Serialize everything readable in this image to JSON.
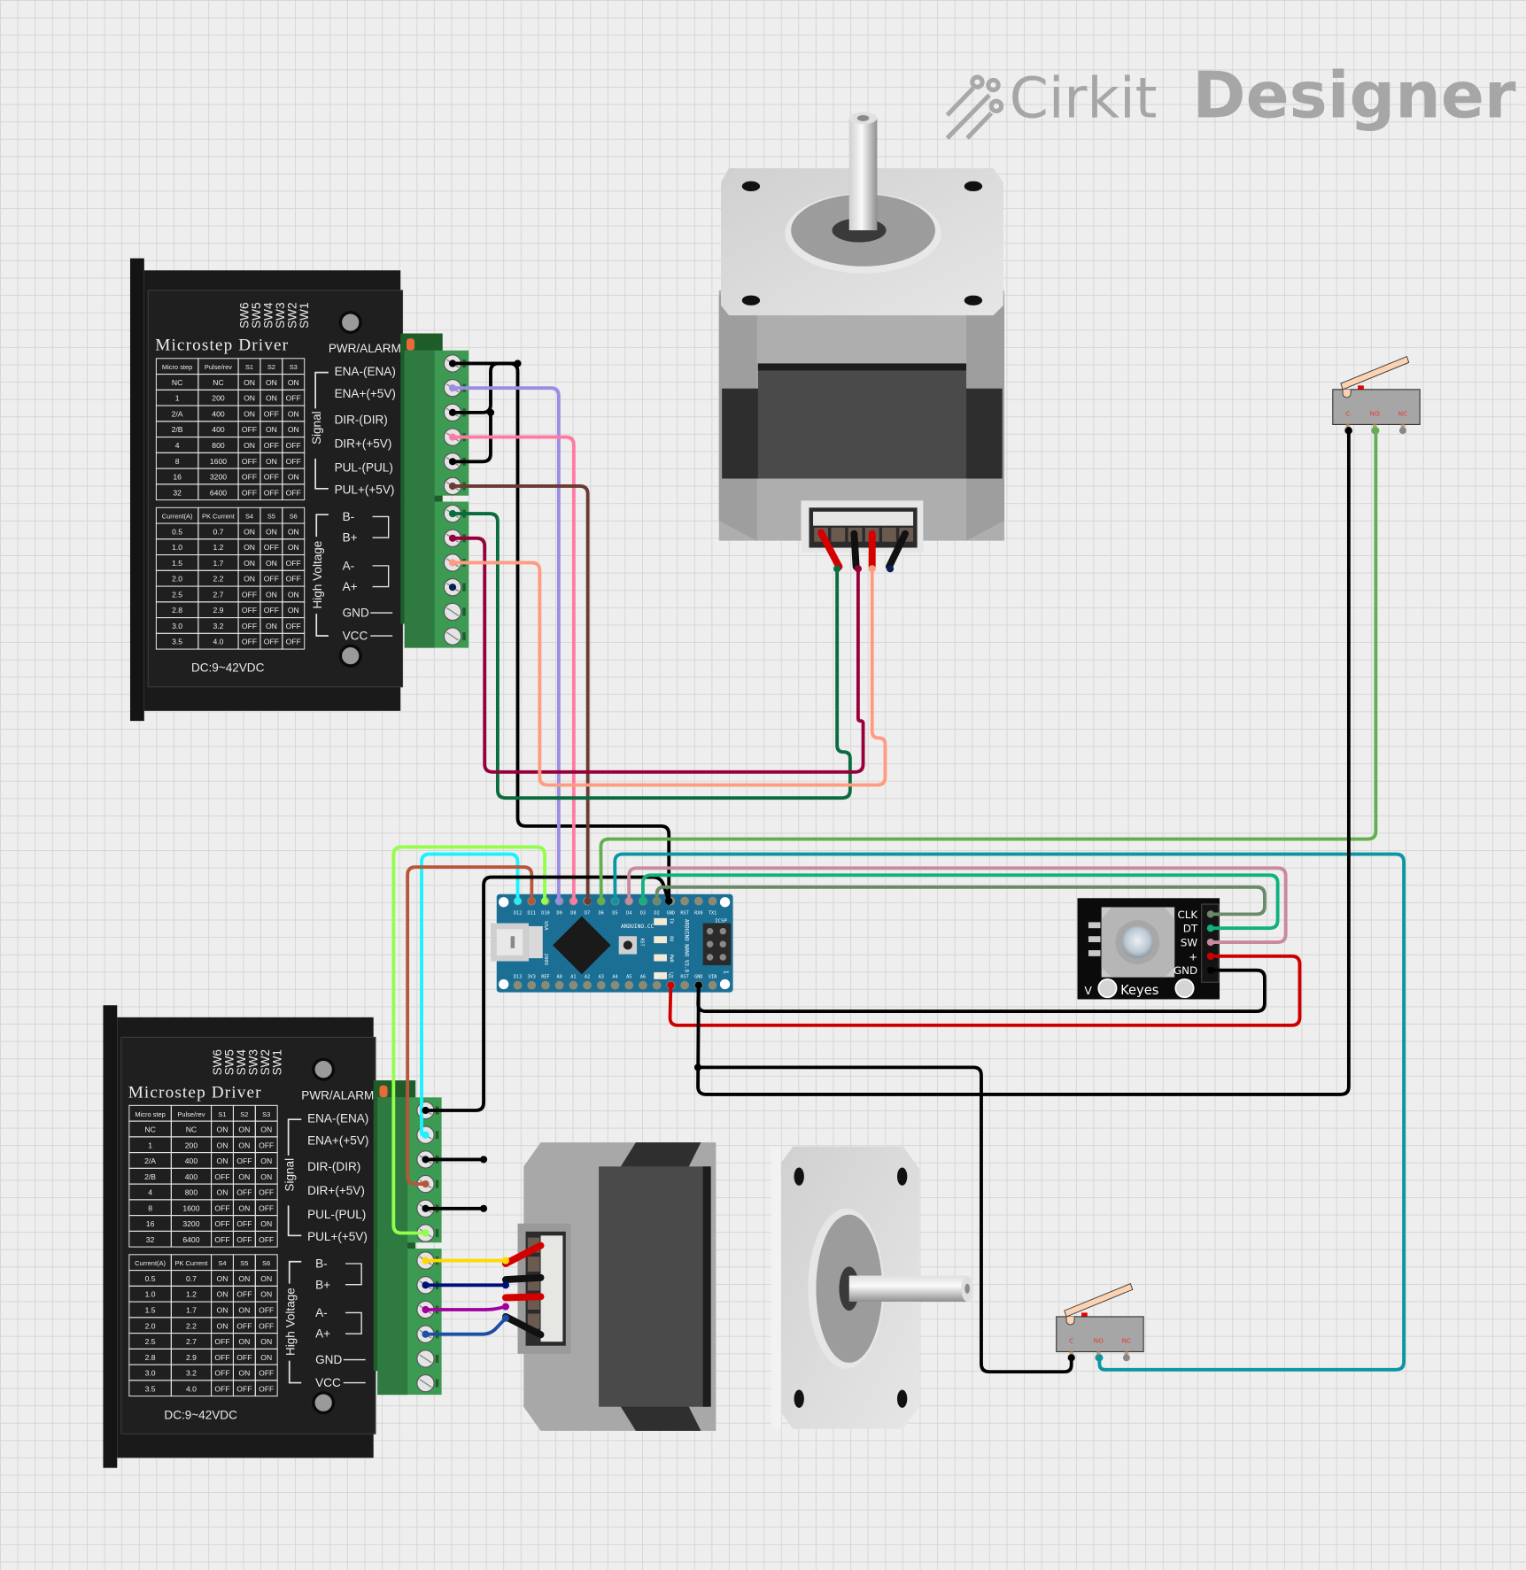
{
  "app": {
    "logo": {
      "brand": "Cirkit",
      "product": "Designer",
      "icon": "cirkit-logo-icon"
    }
  },
  "components": {
    "driver_top": {
      "title": "Microstep Driver",
      "switch_labels": [
        "SW6",
        "SW5",
        "SW4",
        "SW3",
        "SW2",
        "SW1"
      ],
      "led_label": "PWR/ALARM",
      "signal_group_label": "Signal",
      "hv_group_label": "High Voltage",
      "signal_terminals": [
        "ENA-(ENA)",
        "ENA+(+5V)",
        "DIR-(DIR)",
        "DIR+(+5V)",
        "PUL-(PUL)",
        "PUL+(+5V)"
      ],
      "hv_terminals": [
        "B-",
        "B+",
        "A-",
        "A+",
        "GND",
        "VCC"
      ],
      "power_label": "DC:9~42VDC"
    },
    "driver_bottom": {
      "title": "Microstep Driver",
      "switch_labels": [
        "SW6",
        "SW5",
        "SW4",
        "SW3",
        "SW2",
        "SW1"
      ],
      "led_label": "PWR/ALARM",
      "signal_group_label": "Signal",
      "hv_group_label": "High Voltage",
      "signal_terminals": [
        "ENA-(ENA)",
        "ENA+(+5V)",
        "DIR-(DIR)",
        "DIR+(+5V)",
        "PUL-(PUL)",
        "PUL+(+5V)"
      ],
      "hv_terminals": [
        "B-",
        "B+",
        "A-",
        "A+",
        "GND",
        "VCC"
      ],
      "power_label": "DC:9~42VDC"
    },
    "microstep_table": {
      "headers": [
        "Micro step",
        "Pulse/rev",
        "S1",
        "S2",
        "S3"
      ],
      "rows": [
        [
          "NC",
          "NC",
          "ON",
          "ON",
          "ON"
        ],
        [
          "1",
          "200",
          "ON",
          "ON",
          "OFF"
        ],
        [
          "2/A",
          "400",
          "ON",
          "OFF",
          "ON"
        ],
        [
          "2/B",
          "400",
          "OFF",
          "ON",
          "ON"
        ],
        [
          "4",
          "800",
          "ON",
          "OFF",
          "OFF"
        ],
        [
          "8",
          "1600",
          "OFF",
          "ON",
          "OFF"
        ],
        [
          "16",
          "3200",
          "OFF",
          "OFF",
          "ON"
        ],
        [
          "32",
          "6400",
          "OFF",
          "OFF",
          "OFF"
        ]
      ]
    },
    "current_table": {
      "headers": [
        "Current(A)",
        "PK Current",
        "S4",
        "S5",
        "S6"
      ],
      "rows": [
        [
          "0.5",
          "0.7",
          "ON",
          "ON",
          "ON"
        ],
        [
          "1.0",
          "1.2",
          "ON",
          "OFF",
          "ON"
        ],
        [
          "1.5",
          "1.7",
          "ON",
          "ON",
          "OFF"
        ],
        [
          "2.0",
          "2.2",
          "ON",
          "OFF",
          "OFF"
        ],
        [
          "2.5",
          "2.7",
          "OFF",
          "ON",
          "ON"
        ],
        [
          "2.8",
          "2.9",
          "OFF",
          "OFF",
          "ON"
        ],
        [
          "3.0",
          "3.2",
          "OFF",
          "ON",
          "OFF"
        ],
        [
          "3.5",
          "4.0",
          "OFF",
          "OFF",
          "OFF"
        ]
      ]
    },
    "arduino_nano": {
      "top_pins": [
        "D12",
        "D11",
        "D10",
        "D9",
        "D8",
        "D7",
        "D6",
        "D5",
        "D4",
        "D3",
        "D2",
        "GND",
        "RST",
        "RX0",
        "TX1"
      ],
      "bottom_pins": [
        "D13",
        "3V3",
        "REF",
        "A0",
        "A1",
        "A2",
        "A3",
        "A4",
        "A5",
        "A6",
        "A7",
        "5V",
        "RST",
        "GND",
        "VIN"
      ],
      "brand": "ARDUINO.CC",
      "model": "ARDUINO NANO V3.0",
      "usb_label": "USA",
      "year": "2009",
      "icsp_label": "ICSP",
      "rst_label": "RST",
      "leds": [
        "TX",
        "RX",
        "PWR",
        "L"
      ],
      "icsp_pin1": "1"
    },
    "rotary_encoder": {
      "pins": [
        "CLK",
        "DT",
        "SW",
        "+",
        "GND"
      ],
      "brand": "Keyes",
      "corner_label": "V"
    },
    "limit_switch_top": {
      "pins": [
        "C",
        "NO",
        "NC"
      ]
    },
    "limit_switch_bottom": {
      "pins": [
        "C",
        "NO",
        "NC"
      ]
    }
  },
  "wire_colors": {
    "black": "#000000",
    "lavender": "#9b8de4",
    "pink": "#ff7aa2",
    "brown_dark": "#6b3a32",
    "green_dark": "#0a6b3e",
    "maroon": "#97003d",
    "salmon": "#ff9b80",
    "navy": "#0c1d52",
    "lime": "#93ff4a",
    "cyan": "#19f3ff",
    "rust": "#b5573a",
    "green_mid": "#61b04f",
    "teal": "#0a97a3",
    "mauve": "#c9899e",
    "mint": "#11b07f",
    "sage": "#6a8a6a",
    "red": "#cc0000",
    "yellow": "#ffd800",
    "navy2": "#000f7a",
    "purple": "#a0009e",
    "blue": "#1a4fa3"
  }
}
